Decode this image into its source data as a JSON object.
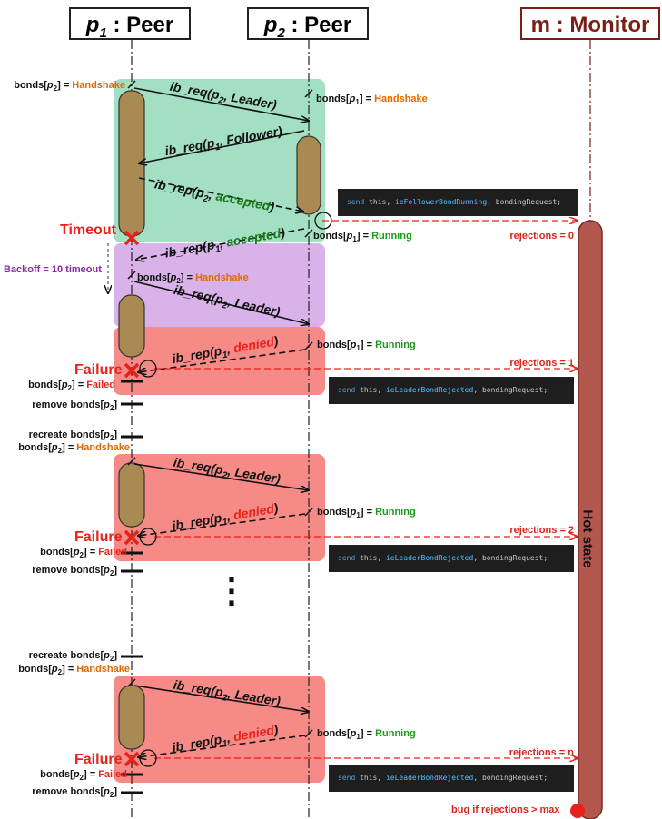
{
  "participants": {
    "p1": {
      "name": "p",
      "sub": "1",
      "type": " : Peer"
    },
    "p2": {
      "name": "p",
      "sub": "2",
      "type": " : Peer"
    },
    "m": {
      "label": "m : Monitor"
    }
  },
  "state_labels": {
    "p1_handshake": {
      "pre": "bonds[",
      "var": "p",
      "sub": "2",
      "post": "] = ",
      "val": "Handshake"
    },
    "p2_handshake": {
      "pre": "bonds[",
      "var": "p",
      "sub": "1",
      "post": "] = ",
      "val": "Handshake"
    },
    "p2_running": {
      "pre": "bonds[",
      "var": "p",
      "sub": "1",
      "post": "] = ",
      "val": "Running"
    },
    "p1_failed": {
      "pre": "bonds[",
      "var": "p",
      "sub": "2",
      "post": "] = ",
      "val": "Failed"
    },
    "remove": {
      "pre": "remove bonds[",
      "var": "p",
      "sub": "2",
      "post": "]"
    },
    "recreate": {
      "pre": "recreate bonds[",
      "var": "p",
      "sub": "2",
      "post": "]"
    }
  },
  "messages": {
    "req_leader": {
      "pre": "ib_req(",
      "var": "p",
      "sub": "2",
      "post": ", Leader)"
    },
    "req_follower": {
      "pre": "ib_req(",
      "var": "p",
      "sub": "1",
      "post": ", Follower)"
    },
    "rep_p2_accepted": {
      "pre": "ib_rep(",
      "var": "p",
      "sub": "2",
      "mid": ", ",
      "status": "accepted",
      "post": ")"
    },
    "rep_p1_accepted": {
      "pre": "ib_rep(",
      "var": "p",
      "sub": "1",
      "mid": ", ",
      "status": "accepted",
      "post": ")"
    },
    "rep_p1_denied": {
      "pre": "ib_rep(",
      "var": "p",
      "sub": "1",
      "mid": ", ",
      "status": "denied",
      "post": ")"
    }
  },
  "events": {
    "timeout": "Timeout",
    "failure": "Failure",
    "backoff": "Backoff = 10 timeout",
    "hot_state": "Hot state",
    "bug": "bug if rejections > max",
    "ellipsis": "⋮"
  },
  "rejections": [
    "rejections = 0",
    "rejections = 1",
    "rejections = 2",
    "rejections = n"
  ],
  "code": {
    "running": {
      "kw": "send",
      "a": " this, ",
      "ev": "ieFollowerBondRunning",
      "b": ", bondingRequest;"
    },
    "rejected": {
      "kw": "send",
      "a": " this, ",
      "ev": "ieLeaderBondRejected",
      "b": ", bondingRequest;"
    }
  },
  "colors": {
    "green_region": "#a3dfc3",
    "purple_region": "#d8b2e8",
    "red_region": "#f58a86",
    "activation": "#a88a52",
    "monitor": "#b3574f",
    "monitor_border": "#7a2b24",
    "arrow_red": "#e8211a",
    "handshake": "#e06a00",
    "running": "#1a9a1a"
  }
}
